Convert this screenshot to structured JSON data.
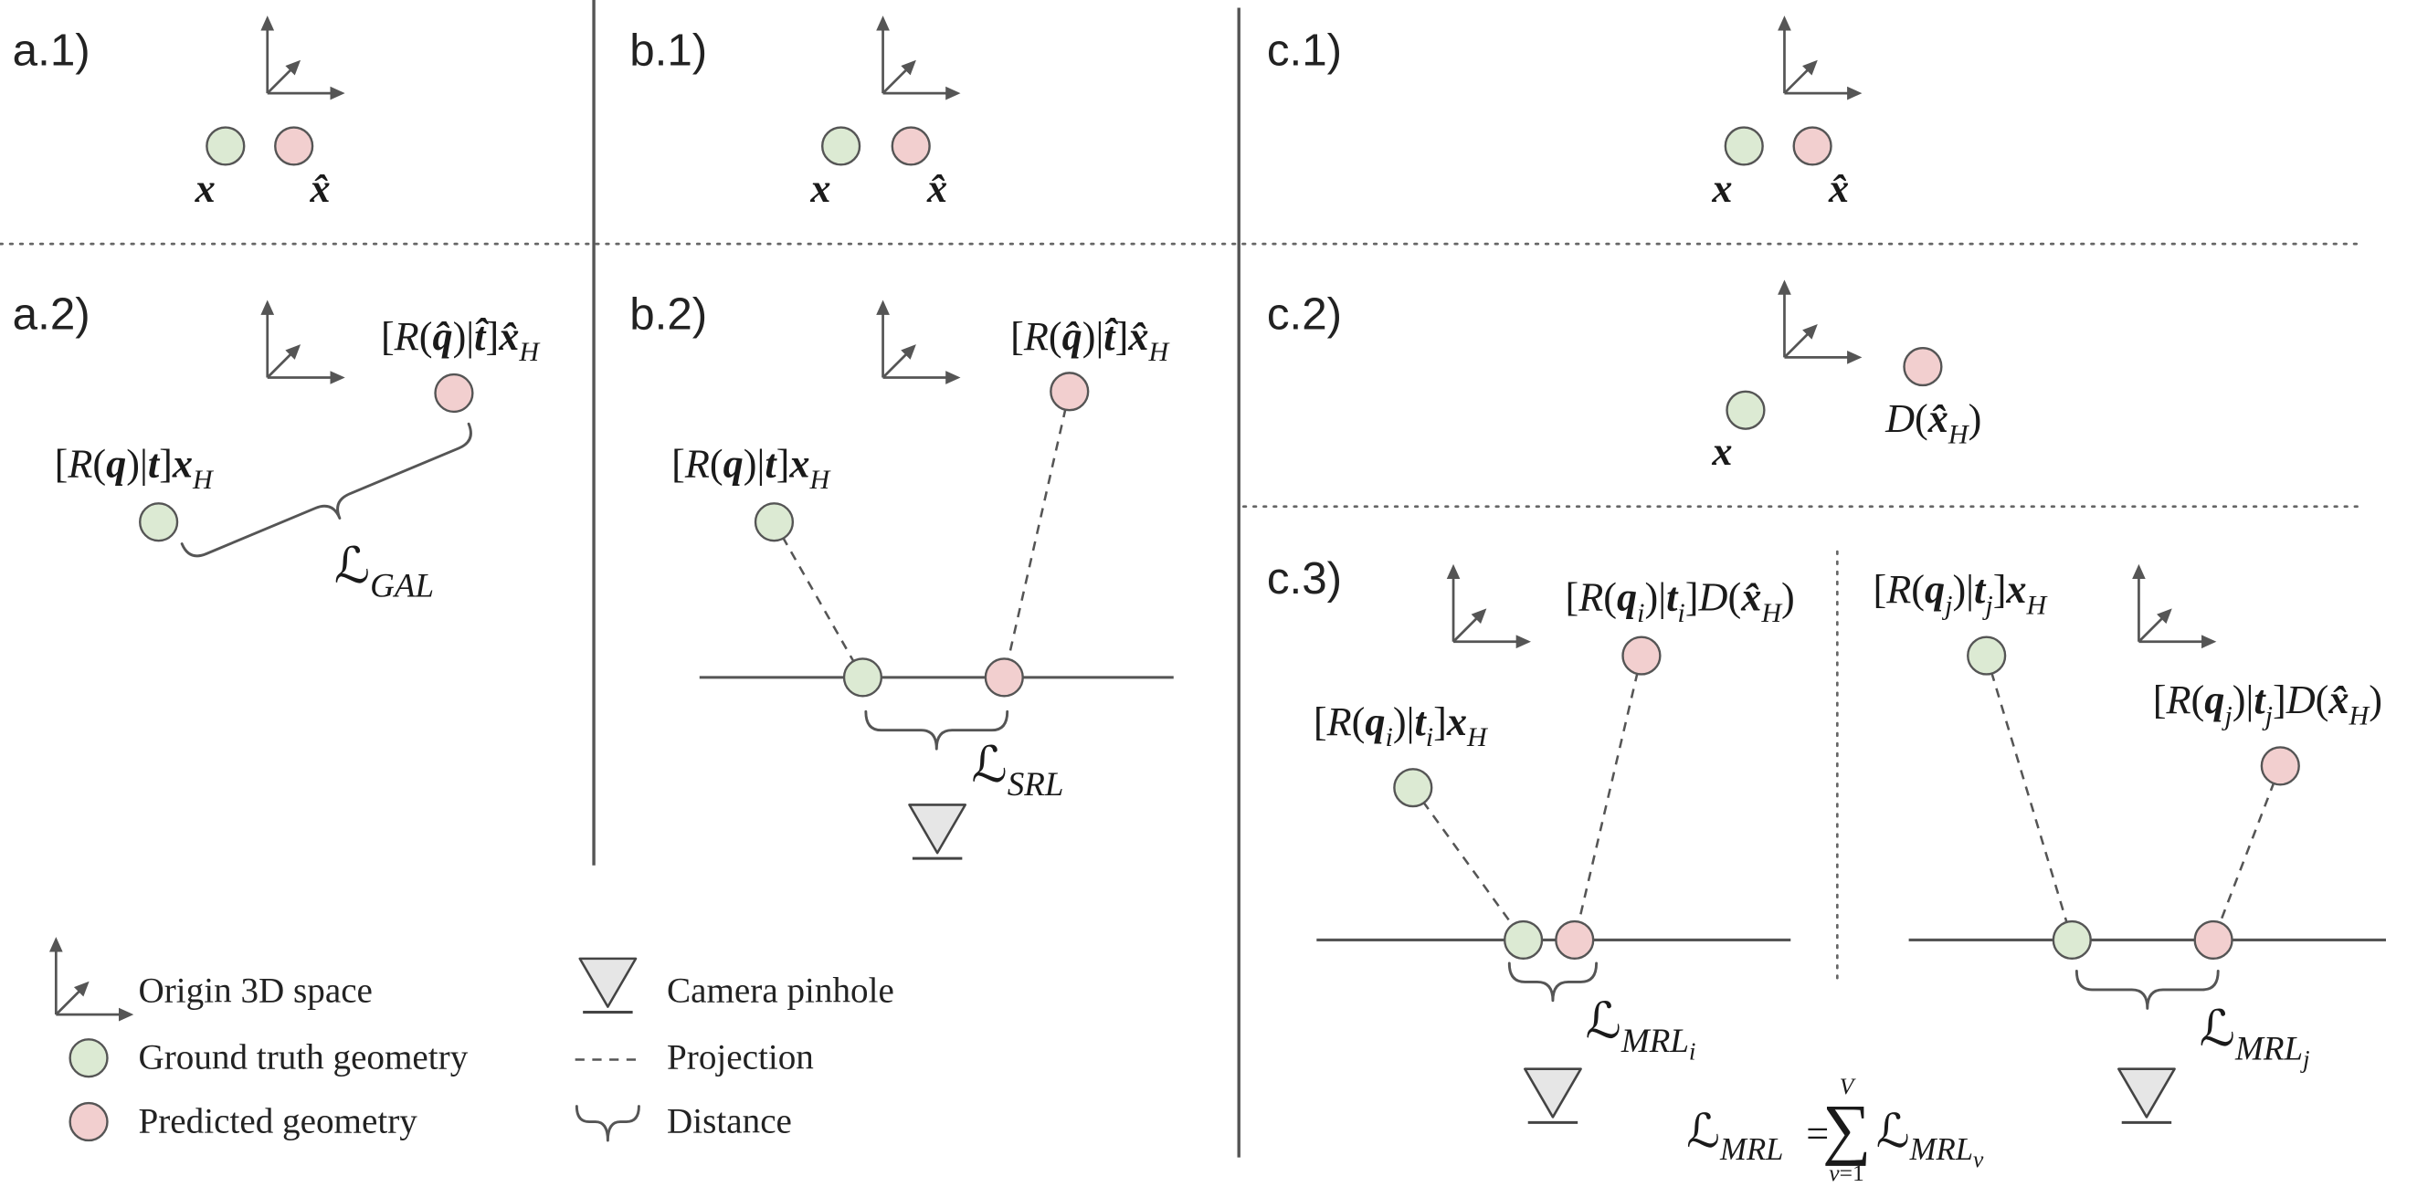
{
  "panel_labels": {
    "a1": "a.1)",
    "b1": "b.1)",
    "c1": "c.1)",
    "a2": "a.2)",
    "b2": "b.2)",
    "c2": "c.2)",
    "c3": "c.3)"
  },
  "math": {
    "x": [
      {
        "b": "x"
      }
    ],
    "x_hat": [
      {
        "b": "x̂"
      }
    ],
    "gt_proj": [
      {
        "u": "["
      },
      {
        "i": "R"
      },
      {
        "u": "("
      },
      {
        "b": "q"
      },
      {
        "u": ")|"
      },
      {
        "b": "t"
      },
      {
        "u": "]"
      },
      {
        "b": "x"
      },
      {
        "sub": "H"
      }
    ],
    "pred_proj": [
      {
        "u": "["
      },
      {
        "i": "R"
      },
      {
        "u": "("
      },
      {
        "b": "q̂"
      },
      {
        "u": ")|"
      },
      {
        "b": "t̂"
      },
      {
        "u": "]"
      },
      {
        "b": "x̂"
      },
      {
        "sub": "H"
      }
    ],
    "loss_gal": [
      {
        "cal": "ℒ"
      },
      {
        "sub": "GAL"
      }
    ],
    "loss_srl": [
      {
        "cal": "ℒ"
      },
      {
        "sub": "SRL"
      }
    ],
    "decoded_pred": [
      {
        "i": "D"
      },
      {
        "u": "("
      },
      {
        "b": "x̂"
      },
      {
        "sub": "H"
      },
      {
        "u": ")"
      }
    ],
    "gt_proj_i": [
      {
        "u": "["
      },
      {
        "i": "R"
      },
      {
        "u": "("
      },
      {
        "b": "q"
      },
      {
        "sub": "i"
      },
      {
        "u": ")|"
      },
      {
        "b": "t"
      },
      {
        "sub": "i"
      },
      {
        "u": "]"
      },
      {
        "b": "x"
      },
      {
        "sub": "H"
      }
    ],
    "pred_proj_i": [
      {
        "u": "["
      },
      {
        "i": "R"
      },
      {
        "u": "("
      },
      {
        "b": "q"
      },
      {
        "sub": "i"
      },
      {
        "u": ")|"
      },
      {
        "b": "t"
      },
      {
        "sub": "i"
      },
      {
        "u": "]"
      },
      {
        "i": "D"
      },
      {
        "u": "("
      },
      {
        "b": "x̂"
      },
      {
        "sub": "H"
      },
      {
        "u": ")"
      }
    ],
    "gt_proj_j": [
      {
        "u": "["
      },
      {
        "i": "R"
      },
      {
        "u": "("
      },
      {
        "b": "q"
      },
      {
        "sub": "j"
      },
      {
        "u": ")|"
      },
      {
        "b": "t"
      },
      {
        "sub": "j"
      },
      {
        "u": "]"
      },
      {
        "b": "x"
      },
      {
        "sub": "H"
      }
    ],
    "pred_proj_j": [
      {
        "u": "["
      },
      {
        "i": "R"
      },
      {
        "u": "("
      },
      {
        "b": "q"
      },
      {
        "sub": "j"
      },
      {
        "u": ")|"
      },
      {
        "b": "t"
      },
      {
        "sub": "j"
      },
      {
        "u": "]"
      },
      {
        "i": "D"
      },
      {
        "u": "("
      },
      {
        "b": "x̂"
      },
      {
        "sub": "H"
      },
      {
        "u": ")"
      }
    ],
    "loss_mrl_i": [
      {
        "cal": "ℒ"
      },
      {
        "sub": "MRL"
      },
      {
        "subsub": "i"
      }
    ],
    "loss_mrl_j": [
      {
        "cal": "ℒ"
      },
      {
        "sub": "MRL"
      },
      {
        "subsub": "j"
      }
    ],
    "loss_mrl": [
      {
        "cal": "ℒ"
      },
      {
        "sub": "MRL"
      }
    ],
    "equals": "=",
    "sum_sign": "∑",
    "sum_upper": [
      {
        "i": "V"
      }
    ],
    "sum_lower": [
      {
        "i": "v"
      },
      {
        "u": "=1"
      }
    ],
    "loss_mrl_v": [
      {
        "cal": "ℒ"
      },
      {
        "sub": "MRL"
      },
      {
        "subsub": "v"
      }
    ]
  },
  "legend": {
    "origin": "Origin 3D space",
    "ground_truth": "Ground truth geometry",
    "predicted": "Predicted geometry",
    "camera": "Camera pinhole",
    "projection": "Projection",
    "distance": "Distance"
  },
  "colors": {
    "ground_truth": "#dcead3",
    "predicted": "#f2cfcf",
    "camera": "#e6e6e6",
    "lines": "#555555"
  }
}
